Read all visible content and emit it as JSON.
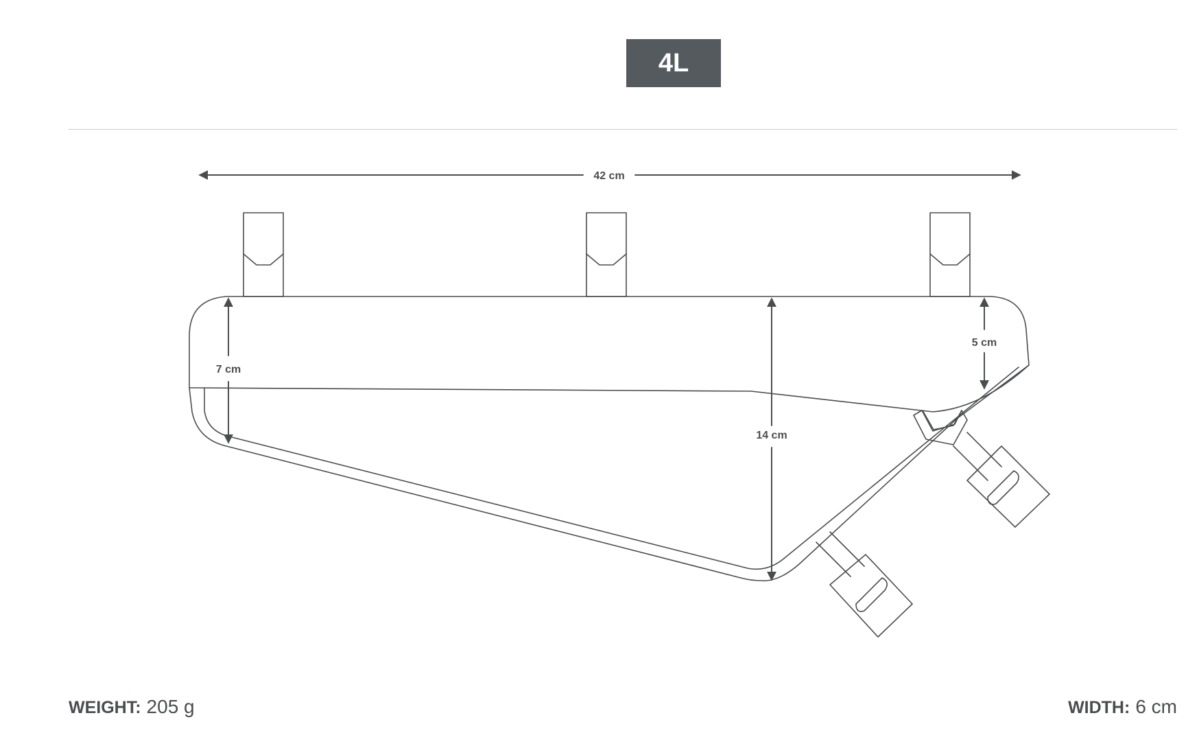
{
  "volume_label": "4L",
  "dimensions": {
    "length": "42 cm",
    "front_height": "7 cm",
    "center_height": "14 cm",
    "rear_height": "5 cm"
  },
  "specs": {
    "weight_label": "WEIGHT:",
    "weight_value": "205 g",
    "width_label": "WIDTH:",
    "width_value": "6 cm"
  },
  "colors": {
    "badge": "#555a5e",
    "line": "#4a4d50"
  }
}
